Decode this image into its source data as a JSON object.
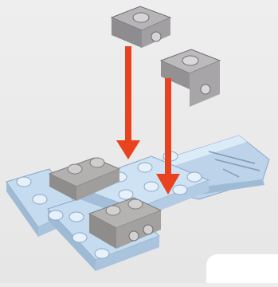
{
  "illustration": {
    "subject": "assembly step",
    "parts": {
      "bracket_left": {
        "color": "#9c9c9f",
        "role": "falls onto plate"
      },
      "bracket_right": {
        "color": "#a4a2a4",
        "role": "falls onto plate"
      },
      "assembly": {
        "color": "#c9ddf0",
        "accent": "#a7a4a4"
      }
    },
    "arrows": {
      "color": "#e8431e",
      "count": 2
    },
    "background": "#ececec"
  }
}
